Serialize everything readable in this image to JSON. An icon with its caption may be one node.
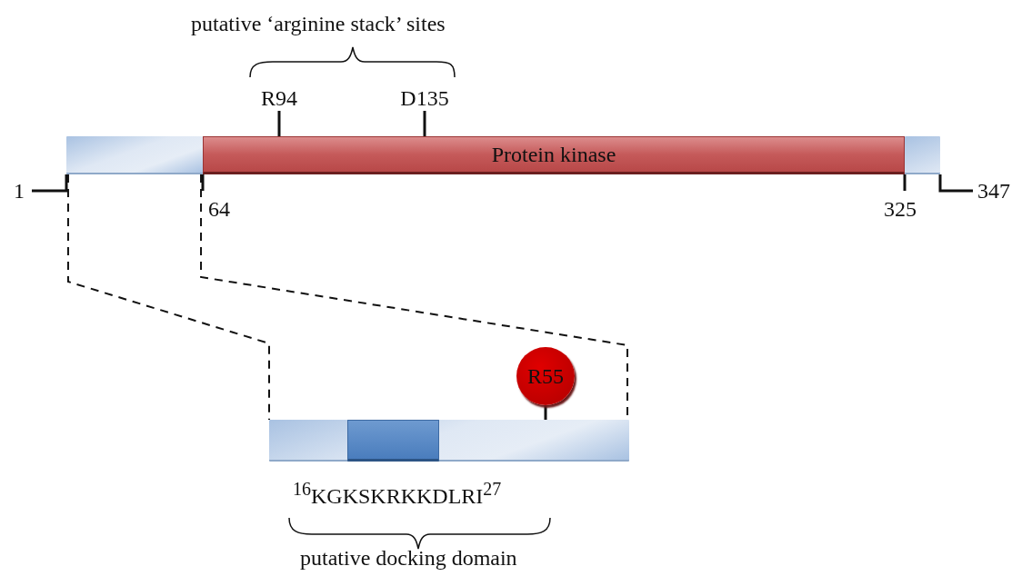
{
  "diagram": {
    "nodes": [
      {
        "text": [],
        "shape": "bar"
      },
      {
        "text": [
          "Protein kinase"
        ]
      },
      {
        "text": [],
        "shape": "bar"
      },
      {
        "text": [],
        "shape": "bar"
      },
      {
        "text": [],
        "shape": "bar",
        "in": 3
      },
      {
        "text": [
          "R55"
        ]
      },
      {
        "text": [
          "R94"
        ]
      },
      {
        "text": [
          "D135"
        ]
      }
    ],
    "edges": [
      {
        "from": 6,
        "to": 1,
        "arrow": "none"
      },
      {
        "from": 7,
        "to": 1,
        "arrow": "none"
      },
      {
        "from": 0,
        "to": 3,
        "arrow": "none",
        "style": "dashed"
      },
      {
        "from": 0,
        "to": 3,
        "arrow": "none",
        "style": "dashed"
      },
      {
        "from": 5,
        "to": 3,
        "arrow": "none"
      }
    ],
    "labels": [
      "putative ‘arginine stack’ sites",
      "1",
      "64",
      "325",
      "347",
      "$^{16}$KGKSKRKKDLRI$^{27}$",
      "putative docking domain"
    ]
  }
}
